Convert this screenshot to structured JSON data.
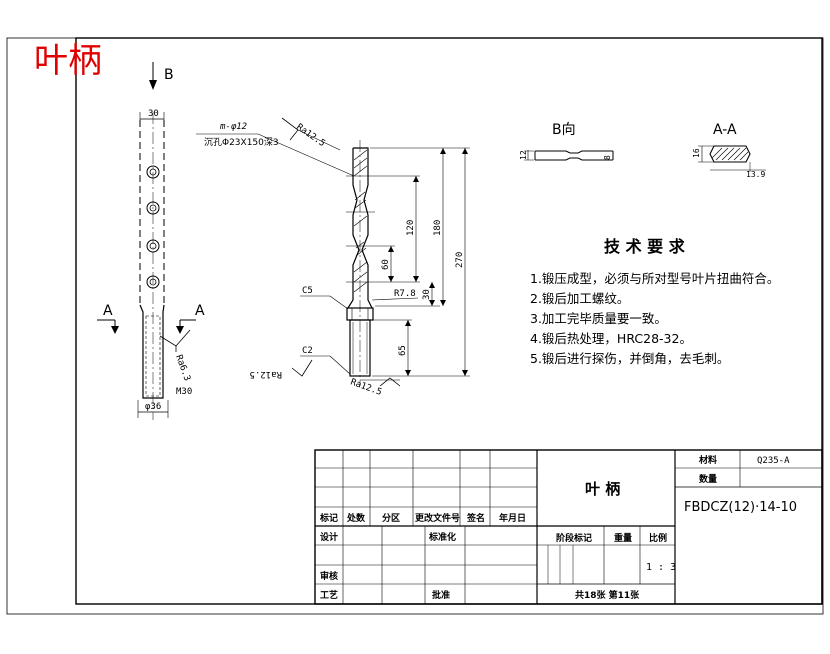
{
  "drawing_title": "叶柄",
  "colors": {
    "title": "#e00000",
    "line": "#000000",
    "paper": "#ffffff"
  },
  "views": {
    "view_arrow_b": "B",
    "section_a_left": "A",
    "section_a_right": "A",
    "b_view_title": "B向",
    "aa_view_title": "A-A"
  },
  "left_view": {
    "dim_top": "30",
    "dim_bottom": "φ36",
    "thread": "M30",
    "roughness": "Ra6.3"
  },
  "main_view": {
    "hole_note_1": "m-φ12",
    "hole_note_2": "沉孔Φ23X150深3",
    "roughness_top": "Ra12.5",
    "dim_120": "120",
    "dim_180": "180",
    "dim_270": "270",
    "dim_60": "60",
    "dim_30": "30",
    "dim_65": "65",
    "chamfer_c5": "C5",
    "chamfer_c2": "C2",
    "radius": "R7.8",
    "roughness_left": "Ra12.5",
    "roughness_bottom": "Ra12.5"
  },
  "b_view": {
    "dim_12": "12",
    "dim_8": "8"
  },
  "aa_view": {
    "dim_16": "16",
    "dim_13_9": "13.9"
  },
  "tech_requirements": {
    "title": "技 术 要 求",
    "items": [
      "1.锻压成型，必须与所对型号叶片扭曲符合。",
      "2.锻后加工螺纹。",
      "3.加工完毕质量要一致。",
      "4.锻后热处理，HRC28-32。",
      "5.锻后进行探伤，并倒角，去毛刺。"
    ]
  },
  "title_block": {
    "part_name": "叶  柄",
    "material_label": "材料",
    "material_value": "Q235-A",
    "quantity_label": "数量",
    "drawing_number": "FBDCZ(12)·14-10",
    "rev_headers": [
      "标记",
      "处数",
      "分区",
      "更改文件号",
      "签名",
      "年月日"
    ],
    "designer": "设计",
    "standardization": "标准化",
    "reviewer": "审核",
    "process": "工艺",
    "approval": "批准",
    "stage_mark": "阶段标记",
    "weight": "重量",
    "scale_label": "比例",
    "scale_value": "1 : 3",
    "sheets": "共18张  第11张"
  }
}
